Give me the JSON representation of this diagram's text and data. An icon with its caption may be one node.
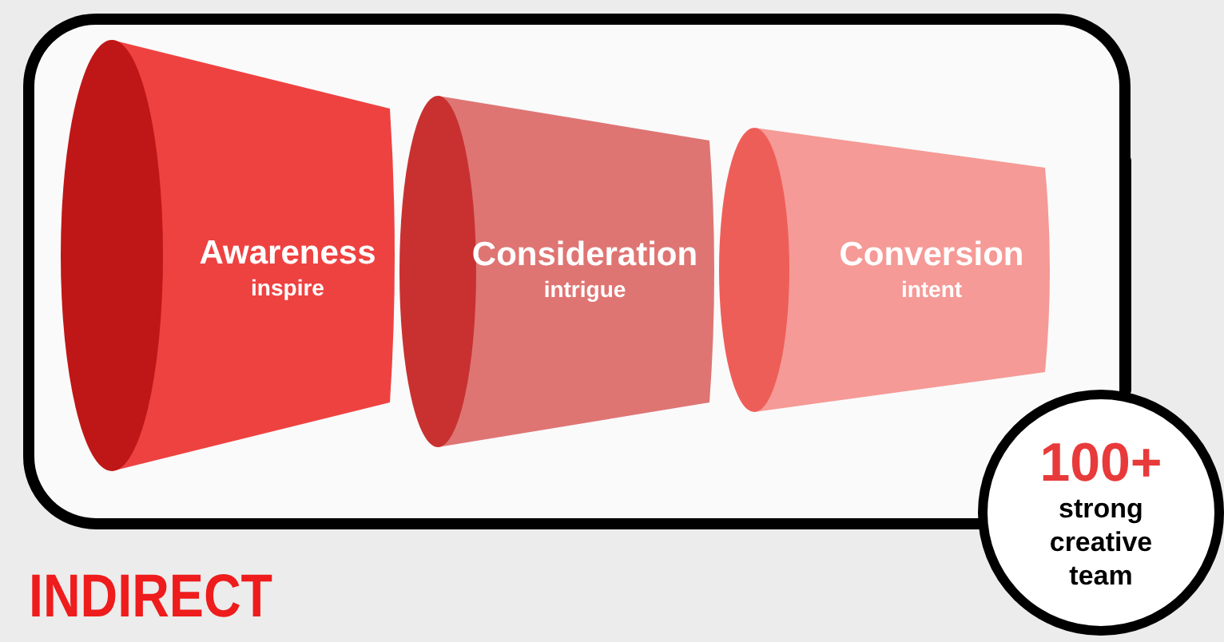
{
  "diagram": {
    "nodes": [
      {
        "text": [
          "Awareness",
          "inspire"
        ]
      },
      {
        "text": [
          "Consideration",
          "intrigue"
        ]
      },
      {
        "text": [
          "Conversion",
          "intent"
        ]
      },
      {
        "text": [
          "100+",
          "strong creative team"
        ]
      }
    ],
    "labels": [
      "INDIRECT"
    ]
  }
}
